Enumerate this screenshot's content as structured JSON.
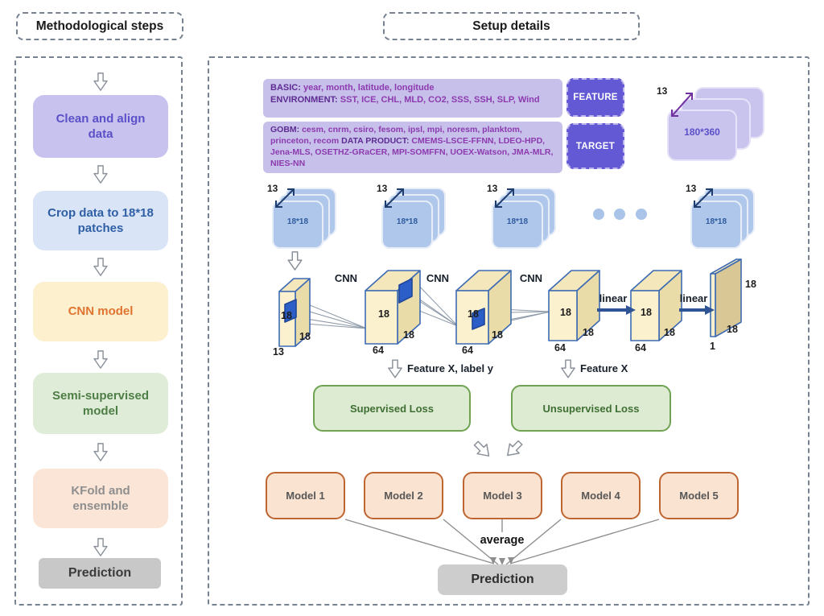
{
  "left_panel": {
    "title": "Methodological steps",
    "steps": [
      {
        "label": "Clean and align data"
      },
      {
        "label": "Crop data to 18*18 patches"
      },
      {
        "label": "CNN model"
      },
      {
        "label": "Semi-supervised model"
      },
      {
        "label": "KFold and ensemble"
      },
      {
        "label": "Prediction"
      }
    ]
  },
  "right_panel": {
    "title": "Setup details",
    "feature": {
      "line1_label": "BASIC:",
      "line1_text": "year, month, latitude, longitude",
      "line2_label": "ENVIRONMENT:",
      "line2_text": "SST, ICE, CHL, MLD, CO2, SSS, SSH, SLP, Wind",
      "badge": "FEATURE"
    },
    "target": {
      "line1_label": "GOBM:",
      "line1_text": "cesm, cnrm, csiro, fesom, ipsl, mpi, noresm, planktom, princeton, recom",
      "line2_label": "DATA PRODUCT:",
      "line2_text": "CMEMS-LSCE-FFNN, LDEO-HPD, Jena-MLS, OSETHZ-GRaCER, MPI-SOMFFN, UOEX-Watson, JMA-MLR, NIES-NN",
      "badge": "TARGET"
    },
    "global_grid": {
      "depth": "13",
      "size": "180*360"
    },
    "patches": {
      "depth": "13",
      "size": "18*18"
    },
    "cnn": {
      "ops": [
        "CNN",
        "CNN",
        "CNN",
        "linear",
        "linear"
      ],
      "layers": [
        {
          "height": "18",
          "width": "18",
          "channels": "13"
        },
        {
          "height": "18",
          "width": "18",
          "channels": "64"
        },
        {
          "height": "18",
          "width": "18",
          "channels": "64"
        },
        {
          "height": "18",
          "width": "18",
          "channels": "64"
        },
        {
          "height": "18",
          "width": "18",
          "channels": "64"
        },
        {
          "height": "18",
          "width": "18",
          "channels": "1"
        }
      ]
    },
    "supervised_branch": {
      "input_label": "Feature X, label y",
      "loss_label": "Supervised Loss"
    },
    "unsupervised_branch": {
      "input_label": "Feature X",
      "loss_label": "Unsupervised Loss"
    },
    "models": [
      {
        "label": "Model 1"
      },
      {
        "label": "Model 2"
      },
      {
        "label": "Model 3"
      },
      {
        "label": "Model 4"
      },
      {
        "label": "Model 5"
      }
    ],
    "aggregate_label": "average",
    "prediction_label": "Prediction"
  },
  "colors": {
    "lavender": "#C8C3EE",
    "light_blue": "#D9E4F6",
    "cream": "#FDF0CF",
    "light_green": "#DFEDD8",
    "peach": "#FBE5D7",
    "gray": "#C8C8C8",
    "purple_badge": "#6459D4",
    "info_purple": "#C6C0EB",
    "conv_fill": "#FBF1CE",
    "conv_border": "#3D6BB3",
    "kernel_blue": "#2B5FC7",
    "patch_card_blue": "#AFC7EB",
    "loss_border_green": "#6FA352",
    "model_border_orange": "#BE6532",
    "linear_arrow_blue": "#2E5496",
    "global_arrow_purple": "#7030A0"
  }
}
